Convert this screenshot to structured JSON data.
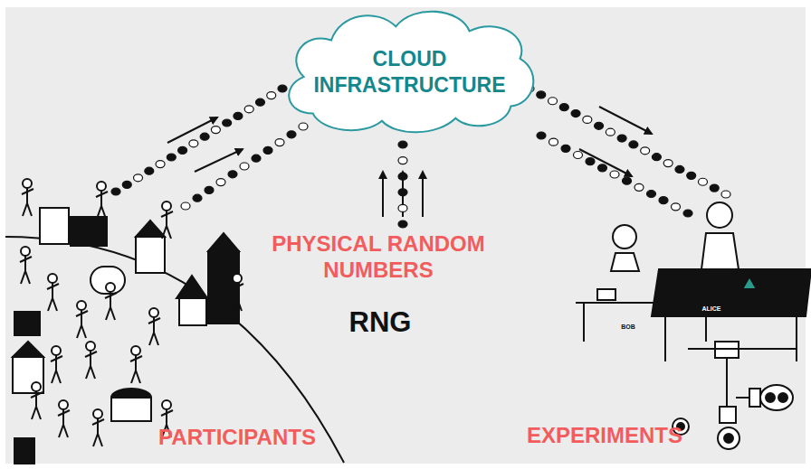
{
  "diagram": {
    "nodes": [
      {
        "text": [
          "CLOUD INFRASTRUCTURE"
        ]
      }
    ],
    "labels": [
      "PHYSICAL RANDOM NUMBERS",
      "RNG",
      "PARTICIPANTS",
      "EXPERIMENTS",
      "BOB",
      "ALICE"
    ]
  }
}
